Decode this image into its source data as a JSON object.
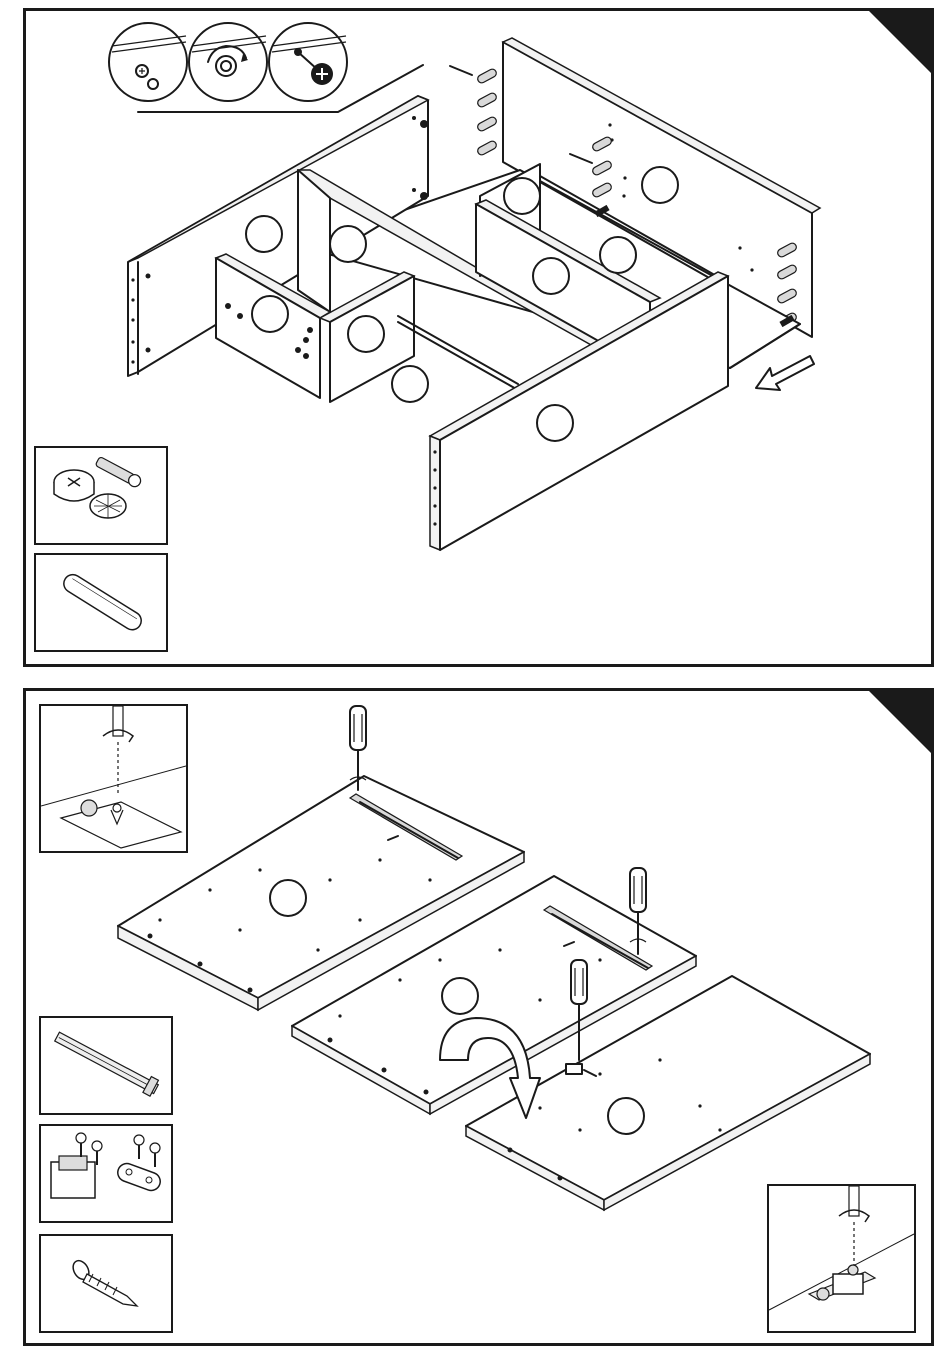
{
  "page": {
    "width": 950,
    "height": 1370
  },
  "colors": {
    "line": "#1a1a1a",
    "paper": "#ffffff",
    "corner_tab": "#1a1a1a"
  },
  "step_1": {
    "detail_callouts": [
      "cam-lock-insert-detail",
      "cam-lock-turn-detail",
      "cam-lock-bolt-detail"
    ],
    "hardware_insets": [
      "cam-lock-fitting-set",
      "wooden-dowel"
    ],
    "action": "slide-in-bottom-panel-arrow"
  },
  "step_2": {
    "detail_callouts": [
      "drawer-runner-screw-detail",
      "magnet-catch-screw-detail"
    ],
    "hardware_insets": [
      "drawer-runner",
      "magnet-catch-with-screws",
      "screw"
    ],
    "action": "flip-panel-arrow"
  },
  "icons": [
    "screwdriver-icon",
    "rotate-arrow-icon",
    "part-badge"
  ]
}
